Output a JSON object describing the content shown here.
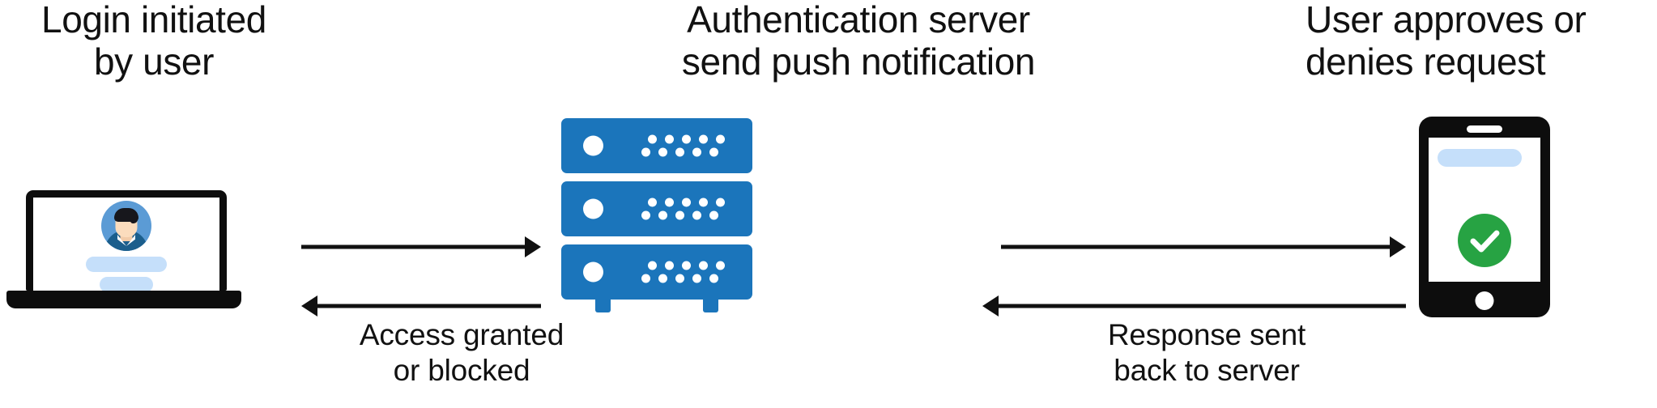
{
  "diagram": {
    "title": "Push notification multi-factor authentication flow",
    "background_color": "#ffffff",
    "accent_blue": "#1b75bb",
    "light_blue": "#c5dffa",
    "success_green": "#27a343",
    "line_color": "#111111"
  },
  "headings": {
    "left": "Login initiated\nby user",
    "center": "Authentication server\nsend push notification",
    "right": "User approves or\ndenies request"
  },
  "captions": {
    "left": "Access granted\nor blocked",
    "right": "Response sent\nback to server"
  },
  "nodes": {
    "laptop": {
      "name": "laptop",
      "screen_content": [
        "user-avatar",
        "input-bar",
        "button-bar"
      ]
    },
    "server": {
      "name": "server-stack",
      "unit_count": 3,
      "led_per_unit": 1,
      "dots_top_row": 5,
      "dots_bottom_row": 5,
      "leg_count": 2,
      "color": "#1b75bb"
    },
    "phone": {
      "name": "smartphone",
      "screen_content": [
        "notification-bar",
        "approved-check"
      ],
      "check_color": "#27a343"
    }
  },
  "arrows": [
    {
      "id": "laptop-to-server",
      "direction": "right",
      "label": ""
    },
    {
      "id": "server-to-laptop",
      "direction": "left",
      "label": "Access granted or blocked"
    },
    {
      "id": "server-to-phone",
      "direction": "right",
      "label": ""
    },
    {
      "id": "phone-to-server",
      "direction": "left",
      "label": "Response sent back to server"
    }
  ]
}
